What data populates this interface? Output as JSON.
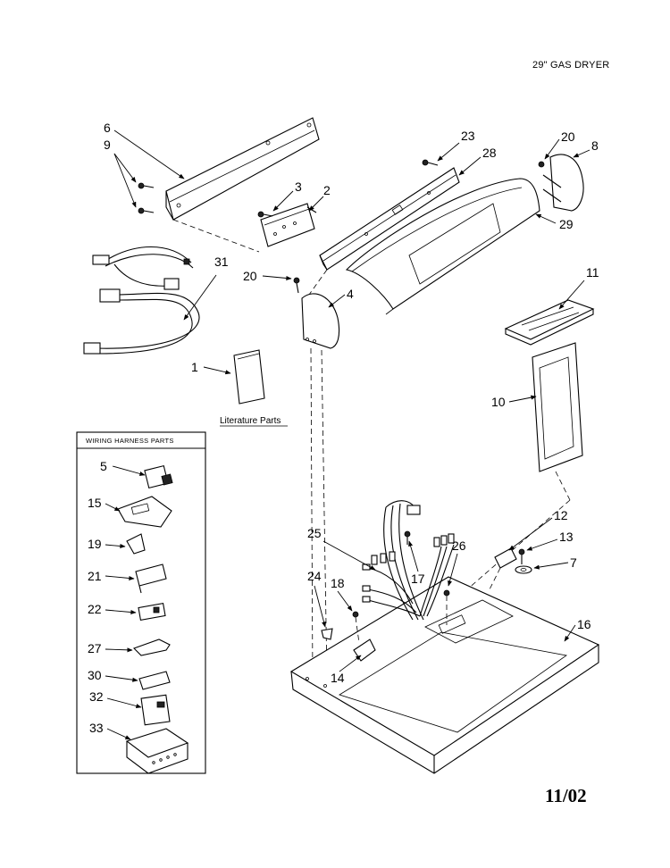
{
  "header": {
    "title": "29\" GAS DRYER",
    "date": "11/02"
  },
  "diagram": {
    "literature_label": "Literature Parts",
    "box_title": "WIRING HARNESS PARTS",
    "callouts": [
      "6",
      "9",
      "3",
      "2",
      "23",
      "28",
      "20",
      "8",
      "29",
      "31",
      "20",
      "4",
      "11",
      "1",
      "10",
      "12",
      "25",
      "26",
      "13",
      "17",
      "7",
      "24",
      "18",
      "14",
      "16"
    ],
    "box_callouts": [
      "5",
      "15",
      "19",
      "21",
      "22",
      "27",
      "30",
      "32",
      "33"
    ]
  }
}
